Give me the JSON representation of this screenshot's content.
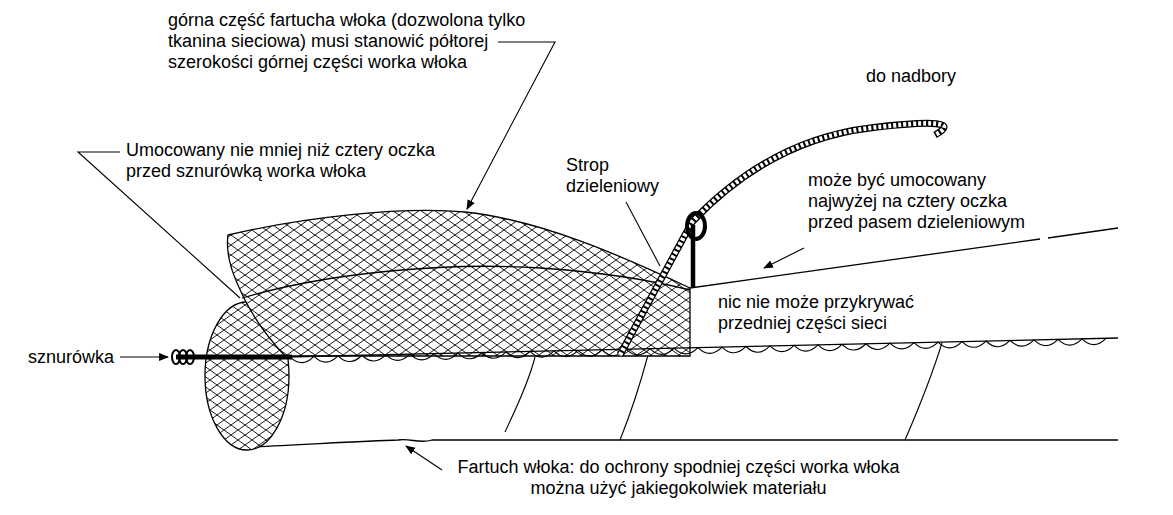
{
  "diagram": {
    "labels": [
      "górna część fartucha włoka (dozwolona tylko tkanina sieciowa) musi stanowić półtorej szerokości górnej części worka włoka",
      "do nadbory",
      "Umocowany nie mniej niż cztery oczka przed sznurówką worka włoka",
      "Strop dzieleniowy",
      "może być umocowany najwyżej na cztery oczka przed pasem dzieleniowym",
      "nic nie może przykrywać przedniej części sieci",
      "sznurówka",
      "Fartuch włoka: do ochrony spodniej części worka włoka można użyć jakiegokolwiek materiału"
    ]
  }
}
